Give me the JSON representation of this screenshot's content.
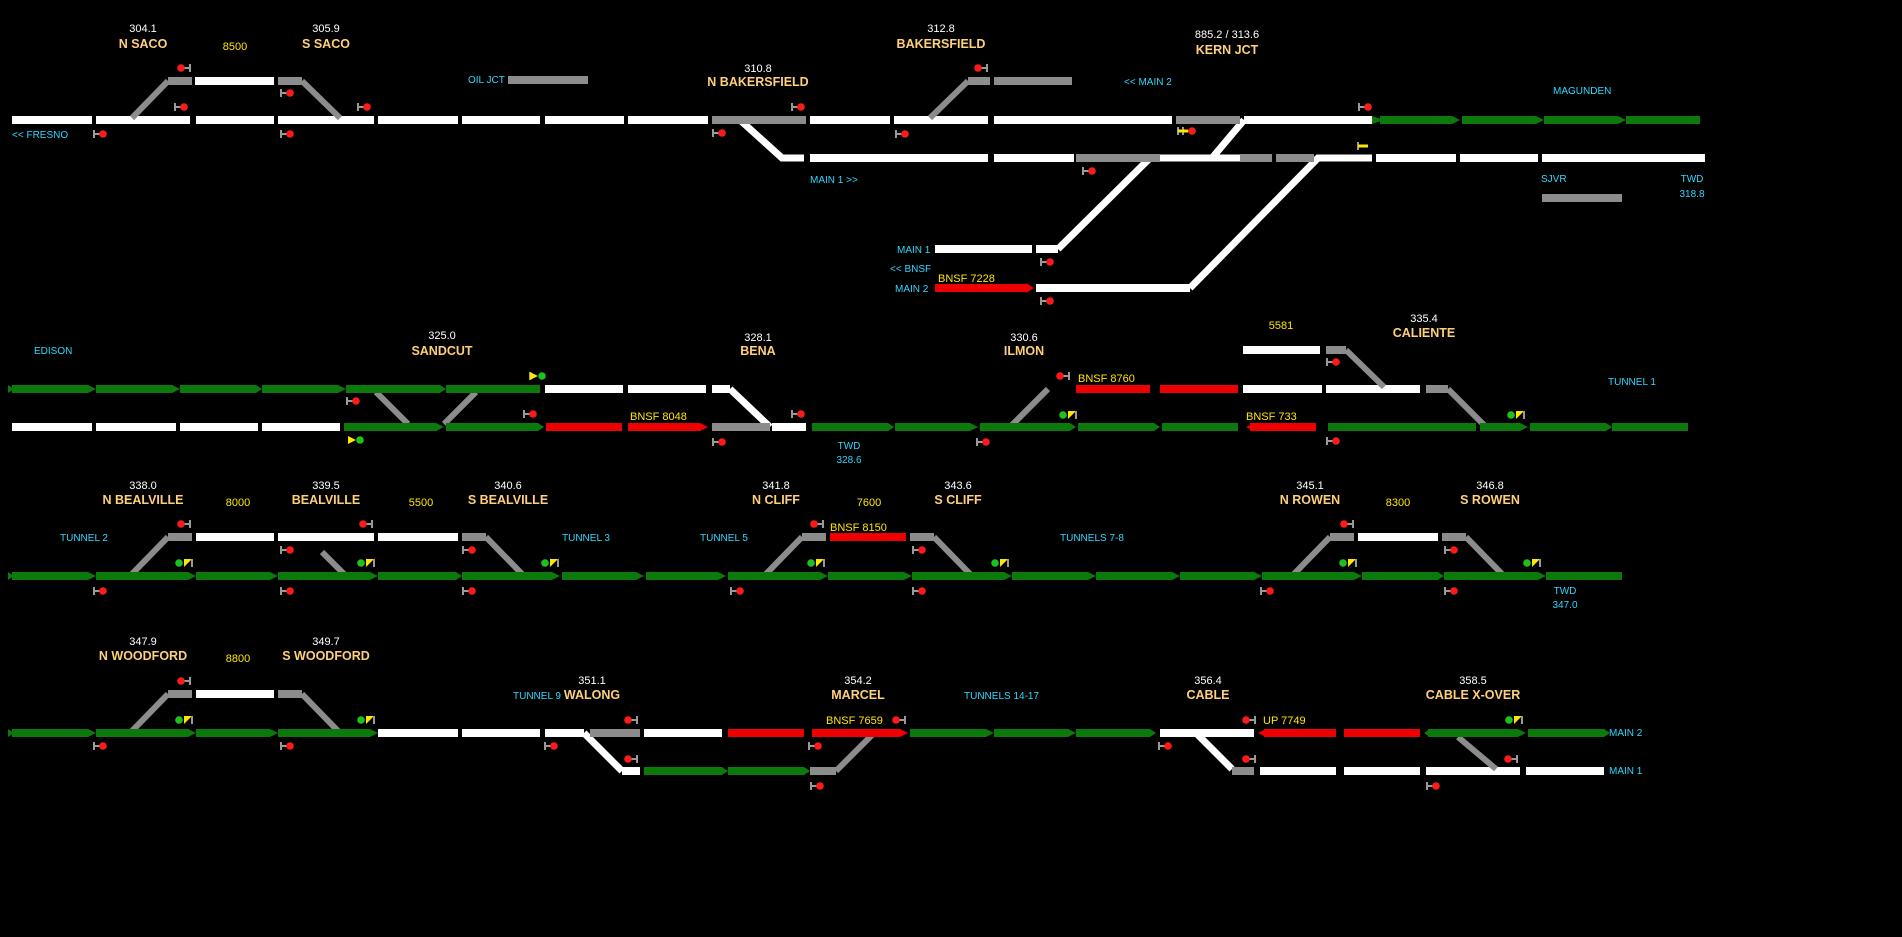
{
  "colors": {
    "background": "#000000",
    "track_clear": "#ffffff",
    "track_occupied": "#ee0000",
    "track_routed": "#0b7a0b",
    "track_switch": "#8c8c8c",
    "station_name": "#ffcf7a",
    "milepost": "#ffffff",
    "siding_length": "#ffe600",
    "location_label": "#2fd8ff",
    "train_id": "#ffe600",
    "signal_stop": "#ff1a1a",
    "signal_clear": "#1ec21e",
    "signal_approach": "#ffe600"
  },
  "stations": [
    {
      "id": "n-saco",
      "milepost": "304.1",
      "name": "N SACO"
    },
    {
      "id": "s-saco",
      "milepost": "305.9",
      "name": "S SACO"
    },
    {
      "id": "n-bakersfield",
      "milepost": "310.8",
      "name": "N BAKERSFIELD"
    },
    {
      "id": "bakersfield",
      "milepost": "312.8",
      "name": "BAKERSFIELD"
    },
    {
      "id": "kern-jct",
      "milepost": "885.2 / 313.6",
      "name": "KERN JCT"
    },
    {
      "id": "sandcut",
      "milepost": "325.0",
      "name": "SANDCUT"
    },
    {
      "id": "bena",
      "milepost": "328.1",
      "name": "BENA"
    },
    {
      "id": "ilmon",
      "milepost": "330.6",
      "name": "ILMON"
    },
    {
      "id": "caliente",
      "milepost": "335.4",
      "name": "CALIENTE"
    },
    {
      "id": "n-bealville",
      "milepost": "338.0",
      "name": "N BEALVILLE"
    },
    {
      "id": "bealville",
      "milepost": "339.5",
      "name": "BEALVILLE"
    },
    {
      "id": "s-bealville",
      "milepost": "340.6",
      "name": "S BEALVILLE"
    },
    {
      "id": "n-cliff",
      "milepost": "341.8",
      "name": "N CLIFF"
    },
    {
      "id": "s-cliff",
      "milepost": "343.6",
      "name": "S CLIFF"
    },
    {
      "id": "n-rowen",
      "milepost": "345.1",
      "name": "N ROWEN"
    },
    {
      "id": "s-rowen",
      "milepost": "346.8",
      "name": "S ROWEN"
    },
    {
      "id": "n-woodford",
      "milepost": "347.9",
      "name": "N WOODFORD"
    },
    {
      "id": "s-woodford",
      "milepost": "349.7",
      "name": "S WOODFORD"
    },
    {
      "id": "walong",
      "milepost": "351.1",
      "name": "WALONG"
    },
    {
      "id": "marcel",
      "milepost": "354.2",
      "name": "MARCEL"
    },
    {
      "id": "cable",
      "milepost": "356.4",
      "name": "CABLE"
    },
    {
      "id": "cable-x-over",
      "milepost": "358.5",
      "name": "CABLE X-OVER"
    }
  ],
  "siding_lengths": [
    "8500",
    "8000",
    "5500",
    "7600",
    "8300",
    "8800",
    "5581"
  ],
  "location_labels": {
    "fresno": "<< FRESNO",
    "oil_jct": "OIL JCT",
    "main2_arrow": "<< MAIN 2",
    "magunden": "MAGUNDEN",
    "main1_arrow": "MAIN 1 >>",
    "sjvr": "SJVR",
    "twd_1": "TWD",
    "twd_1_mp": "318.8",
    "main1_bnsf": "MAIN 1",
    "bnsf_arrow": "<< BNSF",
    "main2_bnsf": "MAIN 2",
    "edison": "EDISON",
    "twd_2": "TWD",
    "twd_2_mp": "328.6",
    "tunnel_1": "TUNNEL 1",
    "tunnel_2": "TUNNEL 2",
    "tunnel_3": "TUNNEL 3",
    "tunnel_5": "TUNNEL 5",
    "tunnels_7_8": "TUNNELS 7-8",
    "twd_3": "TWD",
    "twd_3_mp": "347.0",
    "tunnel_9": "TUNNEL 9",
    "tunnels_14_17": "TUNNELS 14-17",
    "main2_end": "MAIN 2",
    "main1_end": "MAIN 1"
  },
  "trains": [
    "BNSF 7228",
    "BNSF 8048",
    "BNSF 8760",
    "BNSF 733",
    "BNSF 8150",
    "BNSF 7659",
    "UP 7749"
  ]
}
